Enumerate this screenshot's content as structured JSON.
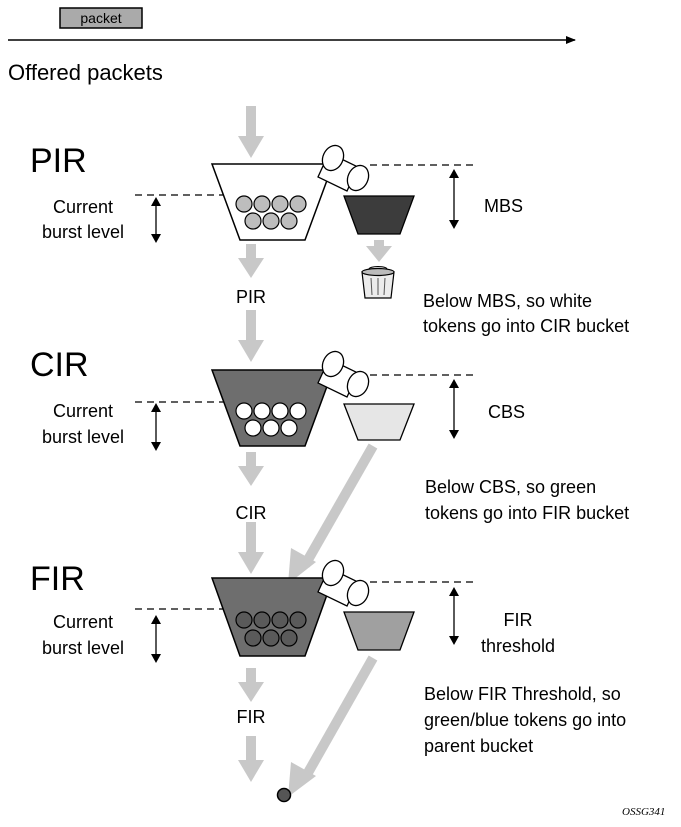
{
  "packet_label": "packet",
  "offered_label": "Offered packets",
  "stages": [
    {
      "title": "PIR",
      "current_label_1": "Current",
      "current_label_2": "burst level",
      "output_label": "PIR",
      "size_label_1": "MBS",
      "size_label_2": "",
      "note_lines": [
        "Below MBS, so white",
        "tokens go into CIR bucket"
      ]
    },
    {
      "title": "CIR",
      "current_label_1": "Current",
      "current_label_2": "burst level",
      "output_label": "CIR",
      "size_label_1": "CBS",
      "size_label_2": "",
      "note_lines": [
        "Below CBS, so green",
        "tokens go into FIR bucket"
      ]
    },
    {
      "title": "FIR",
      "current_label_1": "Current",
      "current_label_2": "burst level",
      "output_label": "FIR",
      "size_label_1": "FIR",
      "size_label_2": "threshold",
      "note_lines": [
        "Below FIR Threshold, so",
        "green/blue tokens go into",
        "parent bucket"
      ]
    }
  ],
  "figure_id": "OSSG341",
  "colors": {
    "arrow": "#c8c8c8",
    "pir_token_bucket": "#3c3c3c",
    "cir_bucket_fill": "#6e6e6e",
    "cir_token_bucket": "#e6e6e6",
    "fir_bucket_fill": "#6e6e6e",
    "fir_token_bucket": "#a0a0a0",
    "pir_balls": "#bdbdbd",
    "cir_balls": "#ffffff",
    "fir_balls": "#5a5a5a"
  }
}
